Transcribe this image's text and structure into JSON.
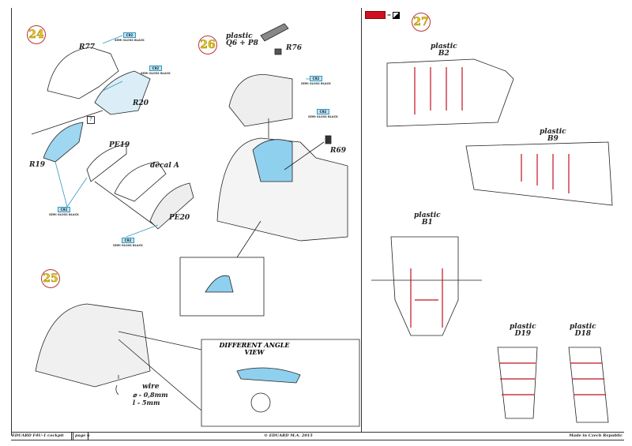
{
  "footer": {
    "code_title": "EDUARD F4U-1 cockpit",
    "page": "page 6",
    "copyright": "© EDUARD M.A. 2015",
    "made_in": "Made in Czech Republic"
  },
  "legend": {
    "separator": "="
  },
  "steps": {
    "s24": {
      "number": "24",
      "parts": {
        "r77": "R77",
        "r20": "R20",
        "r19": "R19",
        "pe19": "PE19",
        "decal": "decal A",
        "pe20": "PE20"
      },
      "question": "?",
      "paints": [
        {
          "code": "C92",
          "name": "SEMI GLOSS BLACK"
        },
        {
          "code": "C92",
          "name": "SEMI GLOSS BLACK"
        },
        {
          "code": "C92",
          "name": "SEMI GLOSS BLACK"
        },
        {
          "code": "C92",
          "name": "SEMI GLOSS BLACK"
        }
      ]
    },
    "s25": {
      "number": "25",
      "inset_title_1": "DIFFERENT ANGLE",
      "inset_title_2": "VIEW",
      "wire_label": "wire",
      "wire_diameter": "⌀ - 0,8mm",
      "wire_length": "l - 5mm"
    },
    "s26": {
      "number": "26",
      "plastic_label": "plastic",
      "plastic_parts": "Q6 + P8",
      "parts": {
        "r76": "R76",
        "r69": "R69"
      },
      "paints": [
        {
          "code": "C92",
          "name": "SEMI GLOSS BLACK"
        },
        {
          "code": "C92",
          "name": "SEMI GLOSS BLACK"
        }
      ]
    },
    "s27": {
      "number": "27",
      "groups": [
        {
          "label": "plastic",
          "part": "B2"
        },
        {
          "label": "plastic",
          "part": "B9"
        },
        {
          "label": "plastic",
          "part": "B1"
        },
        {
          "label": "plastic",
          "part": "D19"
        },
        {
          "label": "plastic",
          "part": "D18"
        }
      ]
    }
  },
  "colors": {
    "accent_blue": "#8fd0ee",
    "red_marking": "#d01020",
    "step_yellow": "#e6c619"
  }
}
